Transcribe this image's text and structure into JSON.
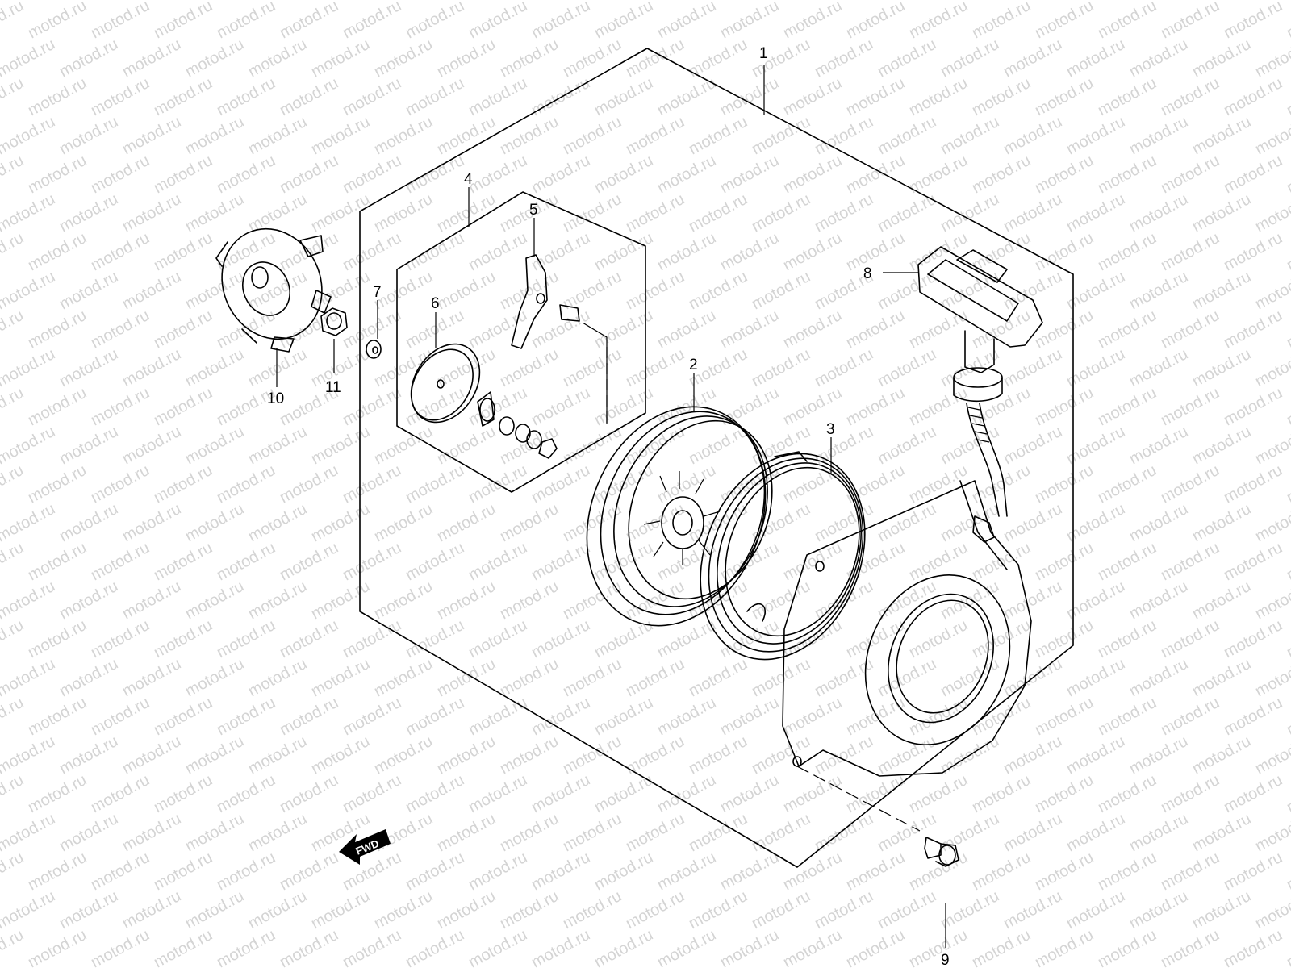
{
  "watermark": "motod.ru",
  "callouts": [
    {
      "id": "1",
      "label": "1"
    },
    {
      "id": "2",
      "label": "2"
    },
    {
      "id": "3",
      "label": "3"
    },
    {
      "id": "4",
      "label": "4"
    },
    {
      "id": "5",
      "label": "5"
    },
    {
      "id": "6",
      "label": "6"
    },
    {
      "id": "7",
      "label": "7"
    },
    {
      "id": "8",
      "label": "8"
    },
    {
      "id": "9",
      "label": "9"
    },
    {
      "id": "10",
      "label": "10"
    },
    {
      "id": "11",
      "label": "11"
    }
  ],
  "direction_arrow": {
    "label": "FWD"
  }
}
